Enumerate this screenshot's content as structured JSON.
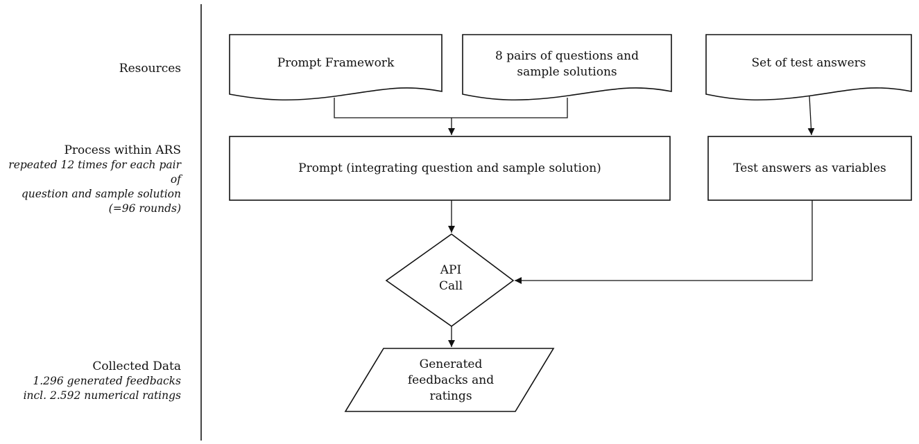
{
  "rows": {
    "resources": {
      "title": "Resources"
    },
    "process": {
      "title": "Process within ARS",
      "note_1": "repeated 12 times for each pair of",
      "note_2": "question and sample solution",
      "note_3": "(=96 rounds)"
    },
    "data": {
      "title": "Collected Data",
      "note_1": "1.296 generated feedbacks",
      "note_2": "incl. 2.592 numerical ratings"
    }
  },
  "nodes": {
    "prompt_framework": {
      "label": "Prompt Framework",
      "shape": "document"
    },
    "pairs": {
      "line_1": "8 pairs of questions and",
      "line_2": "sample solutions",
      "shape": "document"
    },
    "test_answers_set": {
      "label": "Set of test answers",
      "shape": "document"
    },
    "prompt": {
      "label": "Prompt (integrating question and sample solution)",
      "shape": "process"
    },
    "test_vars": {
      "label": "Test answers as variables",
      "shape": "process"
    },
    "api_call": {
      "line_1": "API",
      "line_2": "Call",
      "shape": "decision"
    },
    "output": {
      "line_1": "Generated",
      "line_2": "feedbacks and",
      "line_3": "ratings",
      "shape": "data"
    }
  }
}
